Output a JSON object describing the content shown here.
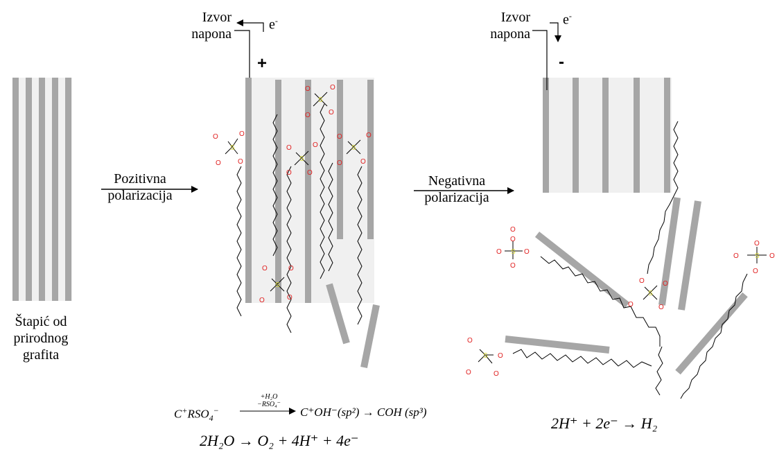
{
  "labels": {
    "rod_caption_l1": "Štapić od",
    "rod_caption_l2": "prirodnog",
    "rod_caption_l3": "grafita",
    "pos_pol_l1": "Pozitivna",
    "pos_pol_l2": "polarizacija",
    "neg_pol_l1": "Negativna",
    "neg_pol_l2": "polarizacija",
    "source_l1": "Izvor",
    "source_l2": "napona",
    "electron": "e",
    "electron_sup": "-",
    "plus_sign": "+",
    "minus_sign": "-"
  },
  "equations": {
    "eq1_left": "C",
    "eq1_left_sup": "+",
    "eq1_left_rest": "RSO",
    "eq1_left_sub": "4",
    "eq1_left_sup2": "−",
    "eq1_over": "+H₂O",
    "eq1_under": "−RSO₄⁻",
    "eq1_mid": "C⁺OH⁻(sp²) → COH (sp³)",
    "eq2": "2H₂O → O₂ + 4H⁺ + 4e⁻",
    "eq3": "2H⁺ + 2e⁻ → H₂"
  },
  "colors": {
    "graphite": "#a6a6a6",
    "intercalated_bg": "#f0f0f0",
    "oxygen": "#e02020",
    "sulfur": "#d8d830",
    "bond": "#000000"
  },
  "atoms": {
    "oxygen": "O",
    "sulfur": "S"
  }
}
